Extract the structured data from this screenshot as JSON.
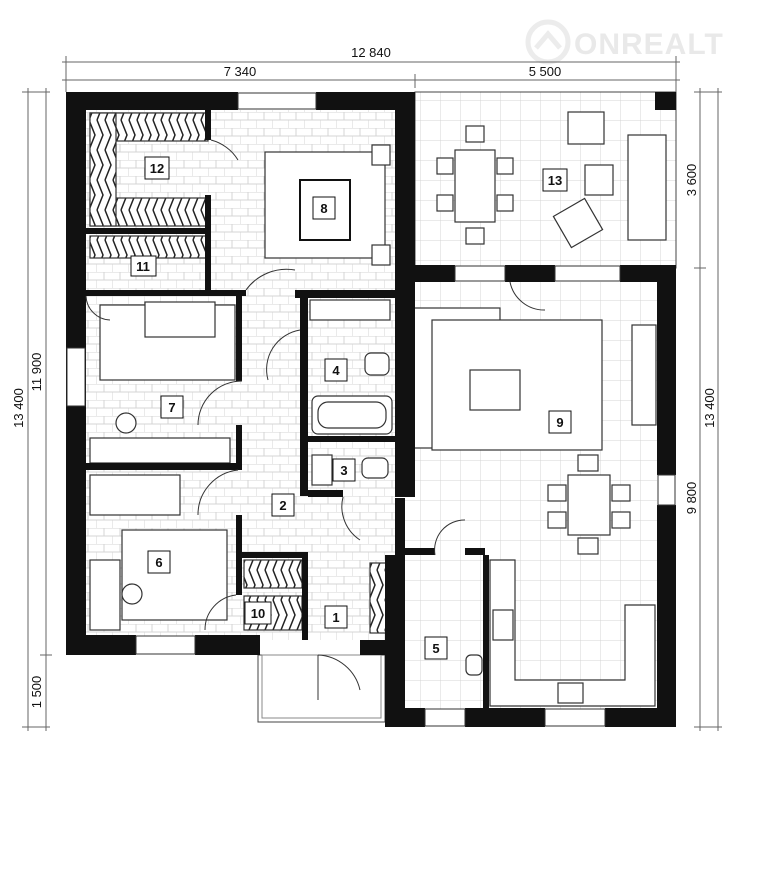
{
  "watermark": {
    "brand": "ONREALT"
  },
  "dimensions": {
    "top_total": "12 840",
    "top_left": "7 340",
    "top_right": "5 500",
    "left_total": "13 400",
    "left_main": "11 900",
    "left_porch": "1 500",
    "right_terrace": "3 600",
    "right_main": "9 800",
    "right_total": "13 400"
  },
  "rooms": {
    "r1": "1",
    "r2": "2",
    "r3": "3",
    "r4": "4",
    "r5": "5",
    "r6": "6",
    "r7": "7",
    "r8": "8",
    "r9": "9",
    "r10": "10",
    "r11": "11",
    "r12": "12",
    "r13": "13"
  },
  "colors": {
    "wall": "#111111",
    "tile": "#d6d6d6",
    "line": "#555555"
  }
}
